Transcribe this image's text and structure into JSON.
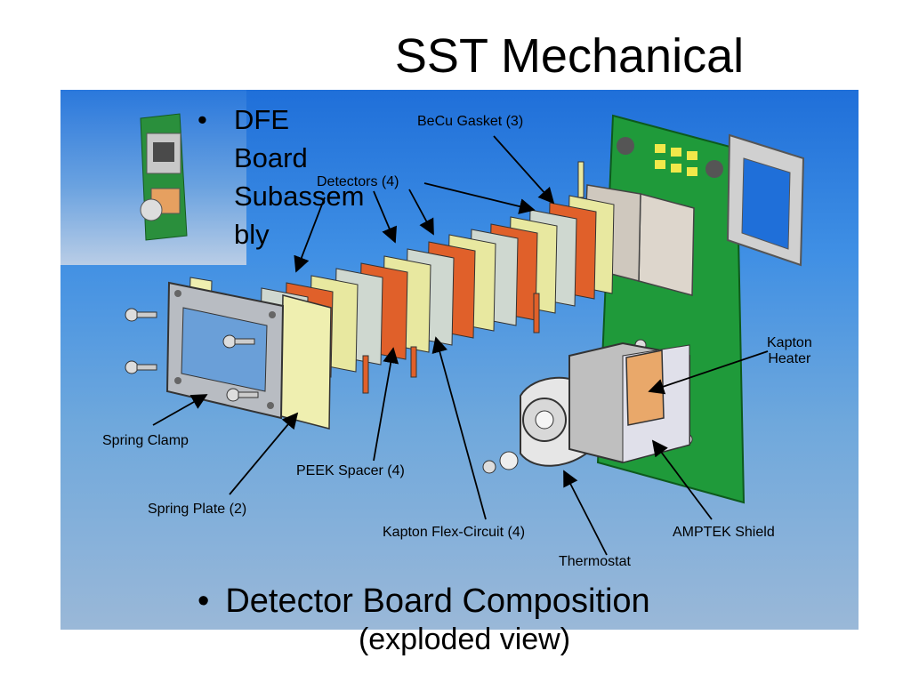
{
  "slide": {
    "title": "SST Mechanical",
    "bullets": {
      "top_marker": "•",
      "top_text": "DFE\nBoard\nSubassem\nbly",
      "bottom_marker": "•",
      "bottom_text": "Detector Board Composition",
      "bottom_sub": "(exploded view)"
    }
  },
  "labels": {
    "becu_gasket": "BeCu Gasket (3)",
    "detectors": "Detectors (4)",
    "kapton_heater": "Kapton\nHeater",
    "spring_clamp": "Spring Clamp",
    "peek_spacer": "PEEK Spacer (4)",
    "spring_plate": "Spring Plate (2)",
    "kapton_flex": "Kapton Flex-Circuit (4)",
    "amptek_shield": "AMPTEK Shield",
    "thermostat": "Thermostat"
  },
  "colors": {
    "board": "#1f9a3a",
    "gasket": "#e8e8a0",
    "detector": "#cfd8d0",
    "flex": "#e0602a",
    "metal": "#b8bcc2",
    "heater": "#e9a86a"
  }
}
